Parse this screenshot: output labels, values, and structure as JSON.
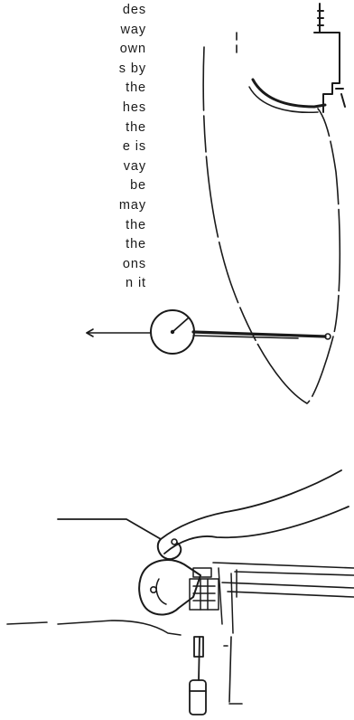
{
  "text_lines": [
    "des",
    "way",
    "own",
    "s by",
    "the",
    "hes",
    "the",
    "e is",
    "vay",
    "be",
    "may",
    "the",
    "the",
    "ons",
    "n it"
  ],
  "figures": [
    {
      "name": "dial-gauge-measuring-drawing"
    },
    {
      "name": "hand-tool-clamp-drawing"
    }
  ],
  "colors": {
    "ink": "#1a1a1a",
    "background": "#ffffff"
  }
}
